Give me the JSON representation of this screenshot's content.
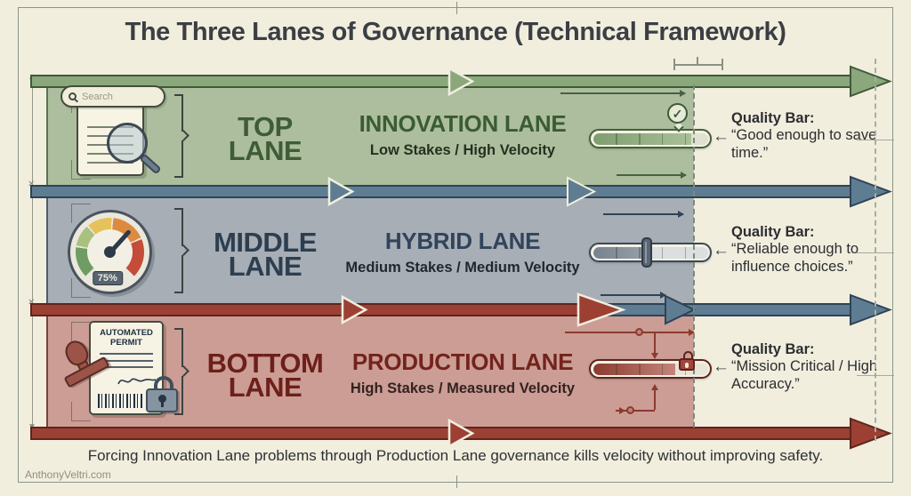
{
  "title": "The Three Lanes of Governance (Technical Framework)",
  "lanes": [
    {
      "label_top": "TOP",
      "label_bottom": "LANE",
      "title": "INNOVATION LANE",
      "subtitle": "Low Stakes / High Velocity",
      "quality_label": "Quality Bar:",
      "quality_quote": "“Good enough to save time.”",
      "quality_arrow": "←",
      "icon": "document-search-icon",
      "search_placeholder": "Search",
      "check_glyph": "✓",
      "quality_fill_percent": 86,
      "colors": {
        "background": "#adbe9e",
        "arrow": "#8aa87c",
        "outline": "#3f5a37",
        "label_text": "#3f5c36"
      }
    },
    {
      "label_top": "MIDDLE",
      "label_bottom": "LANE",
      "title": "HYBRID LANE",
      "subtitle": "Medium Stakes / Medium Velocity",
      "quality_label": "Quality Bar:",
      "quality_quote": "“Reliable enough to influence choices.”",
      "quality_arrow": "←",
      "icon": "gauge-icon",
      "gauge_value": "75%",
      "quality_fill_percent": 49,
      "colors": {
        "background": "#a7aeb5",
        "arrow": "#5f7d92",
        "outline": "#2e4356",
        "label_text": "#2d3e50"
      }
    },
    {
      "label_top": "BOTTOM",
      "label_bottom": "LANE",
      "title": "PRODUCTION LANE",
      "subtitle": "High Stakes / Measured Velocity",
      "quality_label": "Quality Bar:",
      "quality_quote": "“Mission Critical / High Accuracy.”",
      "quality_arrow": "←",
      "icon": "automated-permit-icon",
      "permit_title": "AUTOMATED PERMIT",
      "quality_fill_percent": 72,
      "colors": {
        "background": "#cb9d95",
        "arrow": "#9d4034",
        "outline": "#5f241c",
        "label_text": "#6d1f1a"
      }
    }
  ],
  "footer": {
    "message": "Forcing Innovation Lane problems through Production Lane governance kills velocity without improving safety.",
    "watermark": "AnthonyVeltri.com"
  }
}
